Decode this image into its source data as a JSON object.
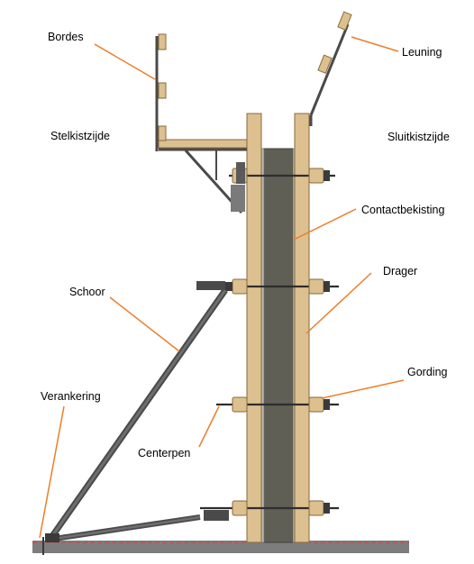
{
  "labels": {
    "bordes": "Bordes",
    "leuning": "Leuning",
    "stelkistzijde": "Stelkistzijde",
    "sluitkistzijde": "Sluitkistzijde",
    "contactbekisting": "Contactbekisting",
    "drager": "Drager",
    "schoor": "Schoor",
    "gording": "Gording",
    "verankering": "Verankering",
    "centerpen": "Centerpen"
  },
  "colors": {
    "timber": "#dcc090",
    "timber_edge": "#8a6a3a",
    "concrete": "#5f5f55",
    "steel": "#6a6a6a",
    "steel_dark": "#3a3a3a",
    "leader": "#ee7d2a",
    "ground": "#7d7d7d",
    "ground_line": "#d24040"
  }
}
